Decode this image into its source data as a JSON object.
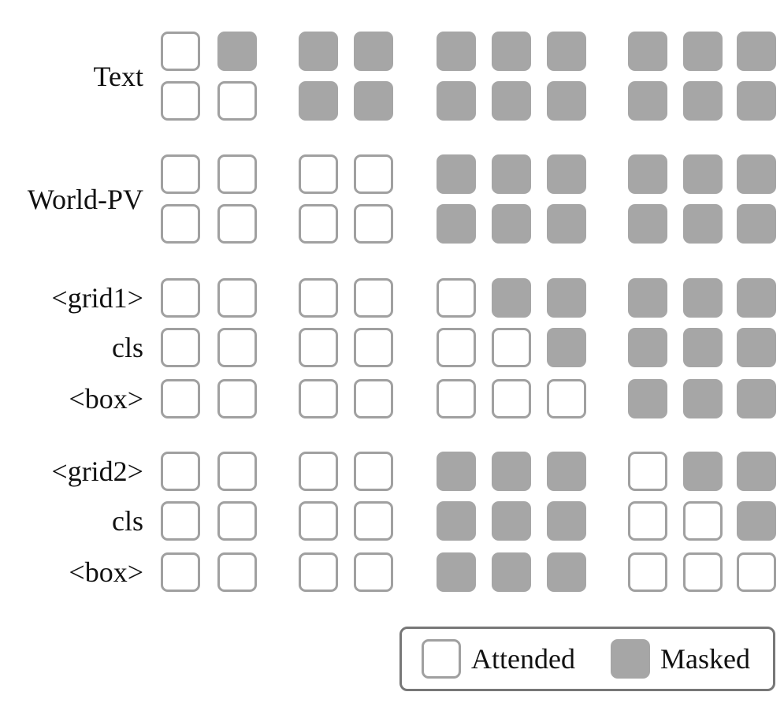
{
  "rows": [
    {
      "id": "text-a",
      "label": "Text",
      "cells": [
        0,
        1,
        1,
        1,
        1,
        1,
        1,
        1,
        1,
        1
      ]
    },
    {
      "id": "text-b",
      "label": "",
      "cells": [
        0,
        0,
        1,
        1,
        1,
        1,
        1,
        1,
        1,
        1
      ]
    },
    {
      "id": "worldpv-a",
      "label": "World-PV",
      "cells": [
        0,
        0,
        0,
        0,
        1,
        1,
        1,
        1,
        1,
        1
      ]
    },
    {
      "id": "worldpv-b",
      "label": "",
      "cells": [
        0,
        0,
        0,
        0,
        1,
        1,
        1,
        1,
        1,
        1
      ]
    },
    {
      "id": "grid1",
      "label": "<grid1>",
      "cells": [
        0,
        0,
        0,
        0,
        0,
        1,
        1,
        1,
        1,
        1
      ]
    },
    {
      "id": "cls1",
      "label": "cls",
      "cells": [
        0,
        0,
        0,
        0,
        0,
        0,
        1,
        1,
        1,
        1
      ]
    },
    {
      "id": "box1",
      "label": "<box>",
      "cells": [
        0,
        0,
        0,
        0,
        0,
        0,
        0,
        1,
        1,
        1
      ]
    },
    {
      "id": "grid2",
      "label": "<grid2>",
      "cells": [
        0,
        0,
        0,
        0,
        1,
        1,
        1,
        0,
        1,
        1
      ]
    },
    {
      "id": "cls2",
      "label": "cls",
      "cells": [
        0,
        0,
        0,
        0,
        1,
        1,
        1,
        0,
        0,
        1
      ]
    },
    {
      "id": "box2",
      "label": "<box>",
      "cells": [
        0,
        0,
        0,
        0,
        1,
        1,
        1,
        0,
        0,
        0
      ]
    }
  ],
  "legend": {
    "attended_label": "Attended",
    "masked_label": "Masked"
  },
  "colors": {
    "masked": "#a6a6a6",
    "attended_border": "#a0a0a0",
    "legend_border": "#777777"
  }
}
